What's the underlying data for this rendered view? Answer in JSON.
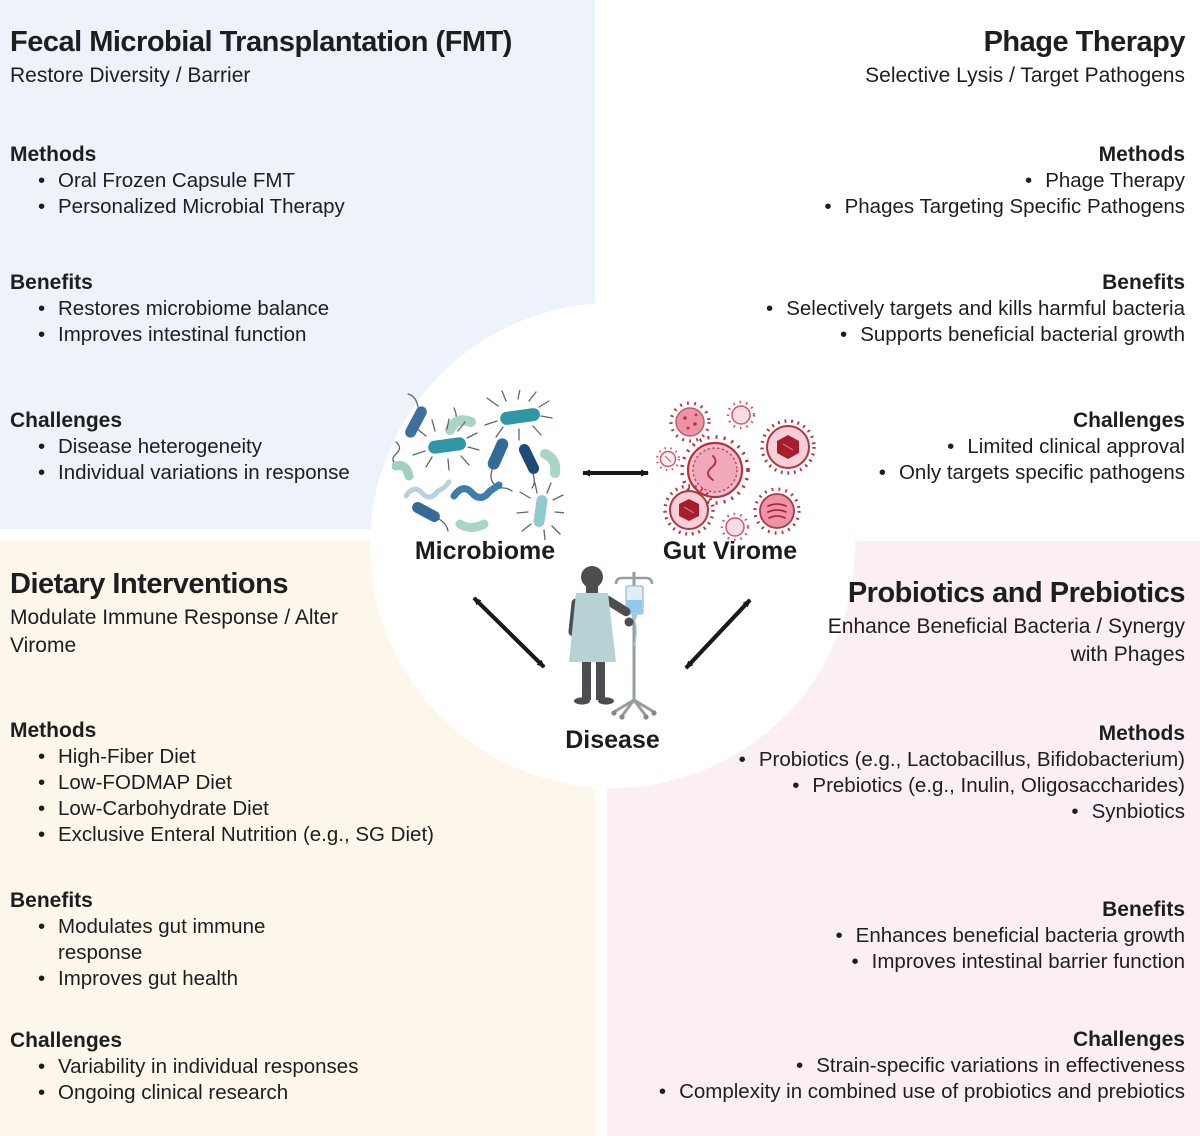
{
  "colors": {
    "fmt_bg": "#eaf6f0",
    "phage_bg": "#edf2fb",
    "diet_bg": "#fdf6eb",
    "probiotics_bg": "#fbeff5",
    "hub_bg": "#ffffff",
    "text": "#1d1e20",
    "arrow": "#1a1a1a",
    "bacteria_teal": "#2e96a5",
    "bacteria_steel_blue": "#336a96",
    "bacteria_navy": "#1d4a77",
    "bacteria_light_green": "#a9d6c3",
    "virus_pink": "#ec93a7",
    "virus_crimson": "#b23443",
    "virus_dark_red": "#a61e2e",
    "patient_gown_blue": "#b7d2d5"
  },
  "quadrants": {
    "fmt": {
      "title": "Fecal Microbial Transplantation (FMT)",
      "subtitle": "Restore Diversity / Barrier",
      "methods": {
        "label": "Methods",
        "items": [
          "Oral Frozen Capsule FMT",
          "Personalized Microbial Therapy"
        ]
      },
      "benefits": {
        "label": "Benefits",
        "items": [
          "Restores microbiome balance",
          "Improves intestinal function"
        ]
      },
      "challenges": {
        "label": "Challenges",
        "items": [
          "Disease heterogeneity",
          "Individual variations in response"
        ]
      }
    },
    "phage": {
      "title": "Phage Therapy",
      "subtitle": "Selective Lysis / Target Pathogens",
      "methods": {
        "label": "Methods",
        "items": [
          "Phage Therapy",
          "Phages Targeting Specific Pathogens"
        ]
      },
      "benefits": {
        "label": "Benefits",
        "items": [
          "Selectively targets and kills harmful bacteria",
          "Supports beneficial bacterial growth"
        ]
      },
      "challenges": {
        "label": "Challenges",
        "items": [
          "Limited clinical approval",
          "Only targets specific pathogens"
        ]
      }
    },
    "diet": {
      "title": "Dietary Interventions",
      "subtitle": "Modulate Immune Response / Alter Virome",
      "methods": {
        "label": "Methods",
        "items": [
          "High-Fiber Diet",
          "Low-FODMAP Diet",
          "Low-Carbohydrate Diet",
          "Exclusive Enteral Nutrition (e.g., SG Diet)"
        ]
      },
      "benefits": {
        "label": "Benefits",
        "items": [
          "Modulates gut immune response",
          "Improves gut health"
        ]
      },
      "challenges": {
        "label": "Challenges",
        "items": [
          "Variability in individual responses",
          "Ongoing clinical research"
        ]
      }
    },
    "probiotics": {
      "title": "Probiotics and Prebiotics",
      "subtitle": "Enhance Beneficial Bacteria / Synergy with Phages",
      "methods": {
        "label": "Methods",
        "items": [
          "Probiotics (e.g., Lactobacillus, Bifidobacterium)",
          "Prebiotics (e.g., Inulin, Oligosaccharides)",
          "Synbiotics"
        ]
      },
      "benefits": {
        "label": "Benefits",
        "items": [
          "Enhances beneficial bacteria growth",
          "Improves intestinal barrier function"
        ]
      },
      "challenges": {
        "label": "Challenges",
        "items": [
          "Strain-specific variations in effectiveness",
          "Complexity in combined use of probiotics and prebiotics"
        ]
      }
    }
  },
  "center": {
    "labels": {
      "microbiome": "Microbiome",
      "gut_virome": "Gut Virome",
      "disease": "Disease"
    },
    "icons": {
      "microbiome": "bacteria-cluster-icon",
      "gut_virome": "virus-cluster-icon",
      "disease": "patient-iv-pole-icon",
      "links": "double-headed-arrow-icon"
    }
  }
}
